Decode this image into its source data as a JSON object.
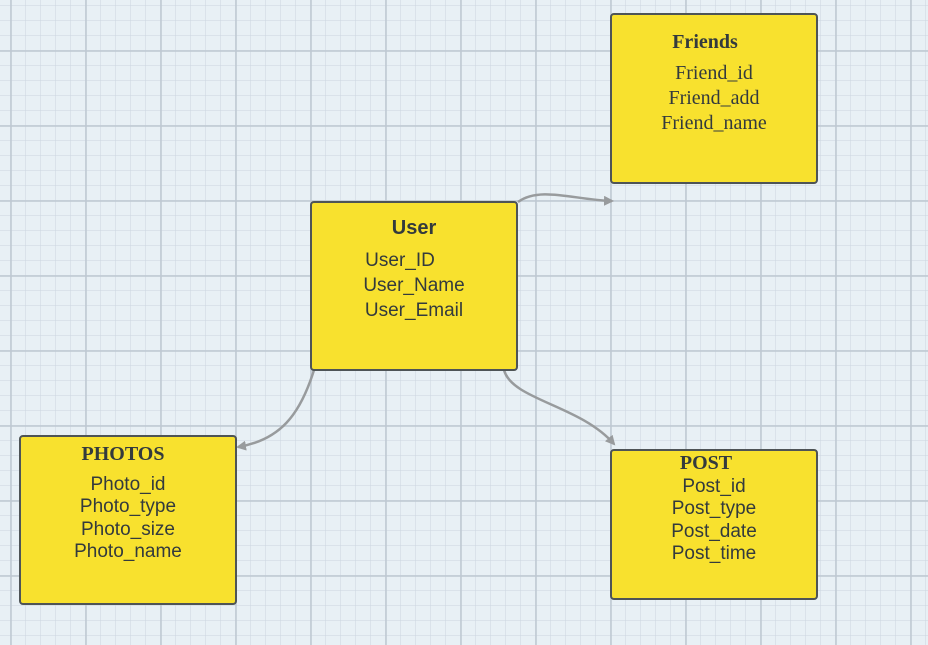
{
  "colors": {
    "background": "#e8f0f5",
    "entity_fill": "#f8e12e",
    "entity_border": "#4e5456",
    "text": "#333a3d",
    "connector": "#989b9d"
  },
  "entities": {
    "user": {
      "title": "User",
      "attributes": [
        "User_ID",
        "User_Name",
        "User_Email"
      ]
    },
    "friends": {
      "title": "Friends",
      "attributes": [
        "Friend_id",
        "Friend_add",
        "Friend_name"
      ]
    },
    "photos": {
      "title": "PHOTOS",
      "attributes": [
        "Photo_id",
        "Photo_type",
        "Photo_size",
        "Photo_name"
      ]
    },
    "post": {
      "title": "POST",
      "attributes": [
        "Post_id",
        "Post_type",
        "Post_date",
        "Post_time"
      ]
    }
  },
  "connections": [
    {
      "from": "user",
      "to": "friends"
    },
    {
      "from": "user",
      "to": "photos"
    },
    {
      "from": "user",
      "to": "post"
    }
  ]
}
